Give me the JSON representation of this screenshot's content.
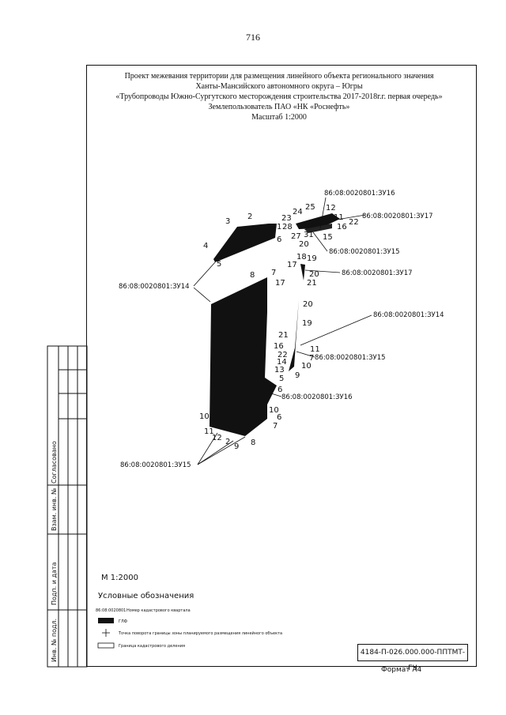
{
  "page_number": "716",
  "header": {
    "line1": "Проект межевания территории для размещения линейного объекта регионального значения",
    "line2": "Ханты-Мансийского автономного округа – Югры",
    "line3": "«Трубопроводы Южно-Сургутского месторождения строительства 2017-2018г.г. первая очередь»",
    "line4": "Землепользователь ПАО «НК «Роснефть»",
    "line5": "Масштаб 1:2000"
  },
  "map": {
    "cadastral_labels": [
      "86:08:0020801:ЗУ16",
      "86:08:0020801:ЗУ17",
      "86:08:0020801:ЗУ15",
      "86:08:0020801:ЗУ17",
      "86:08:0020801:ЗУ14",
      "86:08:0020801:ЗУ14",
      "86:08:0020801:ЗУ15",
      "86:08:0020801:ЗУ16",
      "86:08:0020801:ЗУ15"
    ],
    "point_numbers": [
      "2",
      "3",
      "4",
      "5",
      "6",
      "1",
      "28",
      "23",
      "24",
      "25",
      "12",
      "11",
      "22",
      "16",
      "15",
      "31",
      "27",
      "20",
      "18",
      "17",
      "19",
      "20",
      "21",
      "8",
      "7",
      "17",
      "20",
      "19",
      "21",
      "16",
      "11",
      "22",
      "14",
      "7",
      "13",
      "10",
      "9",
      "5",
      "6",
      "10",
      "6",
      "7",
      "8",
      "9",
      "2",
      "12",
      "11",
      "10"
    ]
  },
  "sidebar": {
    "approved": "Согласовано",
    "inv_replace": "Взам. инв. №",
    "sign_date": "Подп. и дата",
    "inv_orig": "Инв. № подл."
  },
  "scale_note": "М 1:2000",
  "legend": {
    "title": "Условные обозначения",
    "item1_code": "86:08:0020801",
    "item1_text": "Номер кадастрового квартала",
    "item2_text": "ГЛФ",
    "item3_text": "Точка поворота границы зоны планируемого размещения линейного объекта",
    "item4_text": "Граница кадастрового деления"
  },
  "stamp_code": "4184-П-026.000.000-ППТМТ-ГЧ",
  "format": "Формат А4",
  "colors": {
    "ink": "#111111",
    "paper": "#ffffff"
  }
}
